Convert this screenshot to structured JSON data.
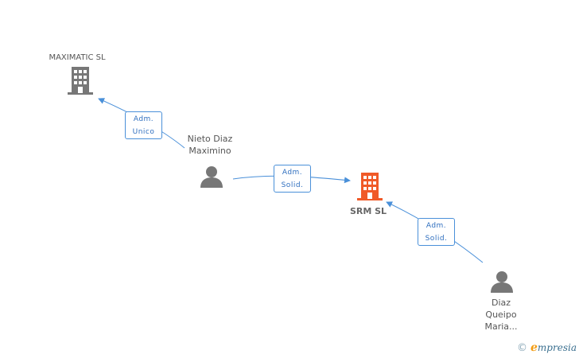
{
  "nodes": {
    "maximatic": {
      "label": "MAXIMATIC SL",
      "icon": "building-icon",
      "color": "#777777"
    },
    "srm": {
      "label": "SRM SL",
      "icon": "building-icon",
      "color": "#f05a28"
    },
    "nieto": {
      "label_line1": "Nieto Diaz",
      "label_line2": "Maximino",
      "icon": "person-icon",
      "color": "#777777"
    },
    "diaz": {
      "label_line1": "Diaz",
      "label_line2": "Queipo",
      "label_line3": "Maria...",
      "icon": "person-icon",
      "color": "#777777"
    }
  },
  "edges": [
    {
      "from": "nieto",
      "to": "maximatic",
      "line1": "Adm.",
      "line2": "Unico"
    },
    {
      "from": "nieto",
      "to": "srm",
      "line1": "Adm.",
      "line2": "Solid."
    },
    {
      "from": "diaz",
      "to": "srm",
      "line1": "Adm.",
      "line2": "Solid."
    }
  ],
  "colors": {
    "edge": "#4a90d9",
    "edge_text": "#2f6fbf"
  },
  "brand": {
    "copyright": "©",
    "e": "ℯ",
    "rest": "mpresia"
  }
}
